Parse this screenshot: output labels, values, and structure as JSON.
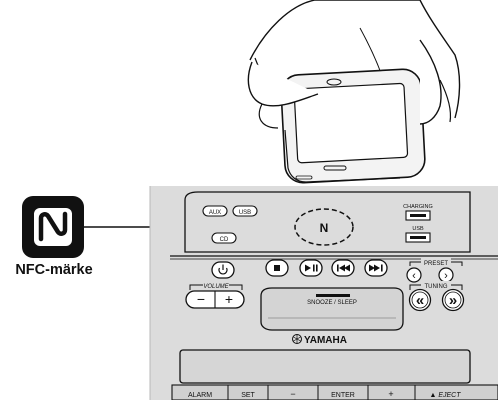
{
  "nfc": {
    "caption": "NFC-märke",
    "logo_glyph": "N"
  },
  "source_buttons": [
    "AUX",
    "USB",
    "CD"
  ],
  "charging": {
    "label": "CHARGING",
    "usb": "USB"
  },
  "transport": [
    "stop",
    "play-pause",
    "previous",
    "next"
  ],
  "power": "power",
  "volume": {
    "label": "VOLUME",
    "minus": "−",
    "plus": "+"
  },
  "preset": {
    "label": "PRESET",
    "left": "‹",
    "right": "›"
  },
  "tuning": {
    "label": "TUNING",
    "left": "«",
    "right": "»"
  },
  "snooze": {
    "label": "SNOOZE / SLEEP"
  },
  "brand": {
    "label": "YAMAHA"
  },
  "bottom_bar": [
    "ALARM",
    "SET",
    "−",
    "ENTER",
    "+",
    "▲ EJECT"
  ],
  "colors": {
    "panel": "#dcdcdc",
    "line": "#222222",
    "button": "#ffffff"
  }
}
